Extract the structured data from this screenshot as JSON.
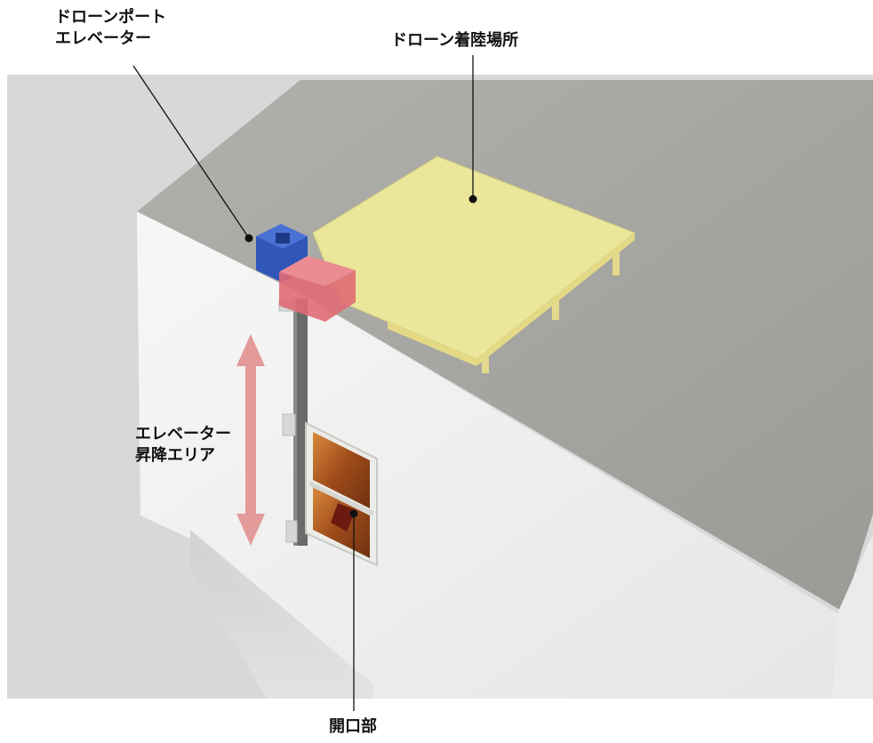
{
  "labels": {
    "elevator_unit_line1": "ドローンポート",
    "elevator_unit_line2": "エレベーター",
    "landing_area": "ドローン着陸場所",
    "lift_area_line1": "エレベーター",
    "lift_area_line2": "昇降エリア",
    "opening": "開口部"
  },
  "colors": {
    "background": "#ffffff",
    "roof": "#a4a4a0",
    "wall_front": "#f2f2f2",
    "wall_side": "#e9e9e9",
    "landing_pad": "#f0ec9a",
    "elevator_body": "#2f56b8",
    "elevator_cage": "#e06c74",
    "rail": "#6a6a6a",
    "arrow": "#e39a9a",
    "window_frame": "#ecece8",
    "window_glass": "#b8651e",
    "callout_line": "#111111",
    "callout_dot": "#111111"
  }
}
